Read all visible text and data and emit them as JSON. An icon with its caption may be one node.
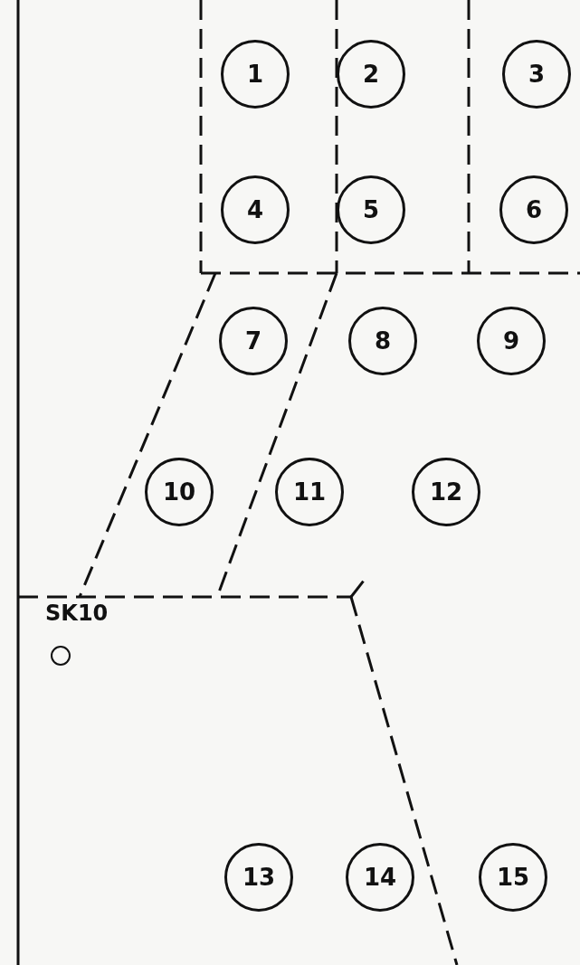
{
  "diagram": {
    "nodes": [
      {
        "text": [
          "1"
        ]
      },
      {
        "text": [
          "2"
        ]
      },
      {
        "text": [
          "3"
        ]
      },
      {
        "text": [
          "4"
        ]
      },
      {
        "text": [
          "5"
        ]
      },
      {
        "text": [
          "6"
        ]
      },
      {
        "text": [
          "7"
        ]
      },
      {
        "text": [
          "8"
        ]
      },
      {
        "text": [
          "9"
        ]
      },
      {
        "text": [
          "10"
        ]
      },
      {
        "text": [
          "11"
        ]
      },
      {
        "text": [
          "12"
        ]
      },
      {
        "text": [
          "13"
        ]
      },
      {
        "text": [
          "14"
        ]
      },
      {
        "text": [
          "15"
        ]
      },
      {
        "text": [
          "SK10"
        ]
      }
    ]
  }
}
